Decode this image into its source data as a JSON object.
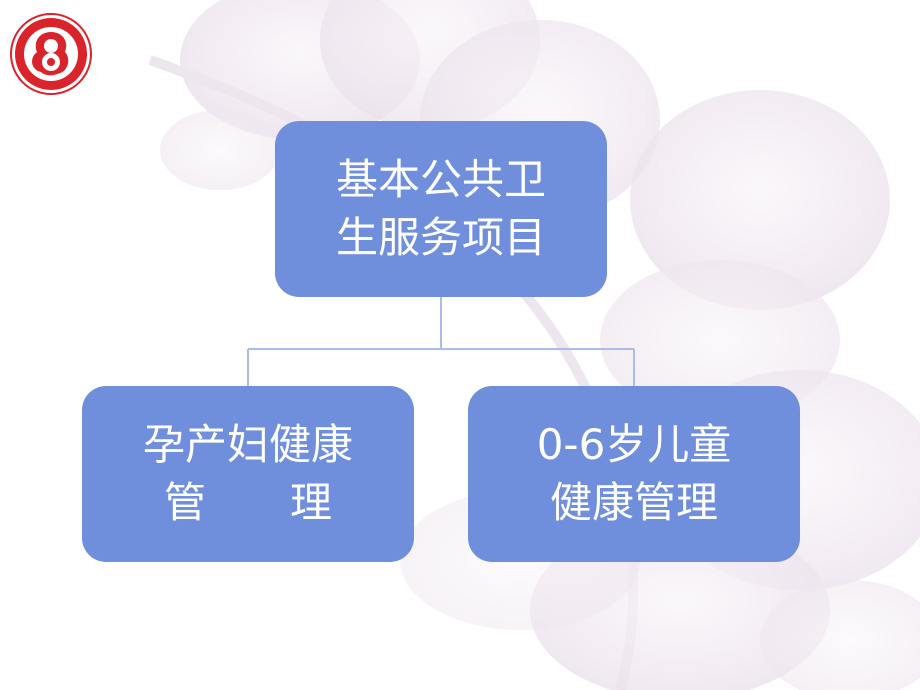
{
  "logo": {
    "icon": "hospital-emblem-icon",
    "colors": {
      "ring": "#d9242b",
      "fill": "#ffffff"
    }
  },
  "diagram": {
    "root": {
      "lines": [
        "基本公共卫",
        "生服务项目"
      ]
    },
    "children": [
      {
        "lines": [
          "孕产妇健康",
          "管　　理"
        ]
      },
      {
        "lines": [
          "0-6岁儿童",
          "健康管理"
        ]
      }
    ]
  },
  "colors": {
    "node_fill": "#6f8fdc",
    "node_text": "#ffffff",
    "connector": "#a9bde6",
    "background_petal": "#f1eaf1"
  }
}
